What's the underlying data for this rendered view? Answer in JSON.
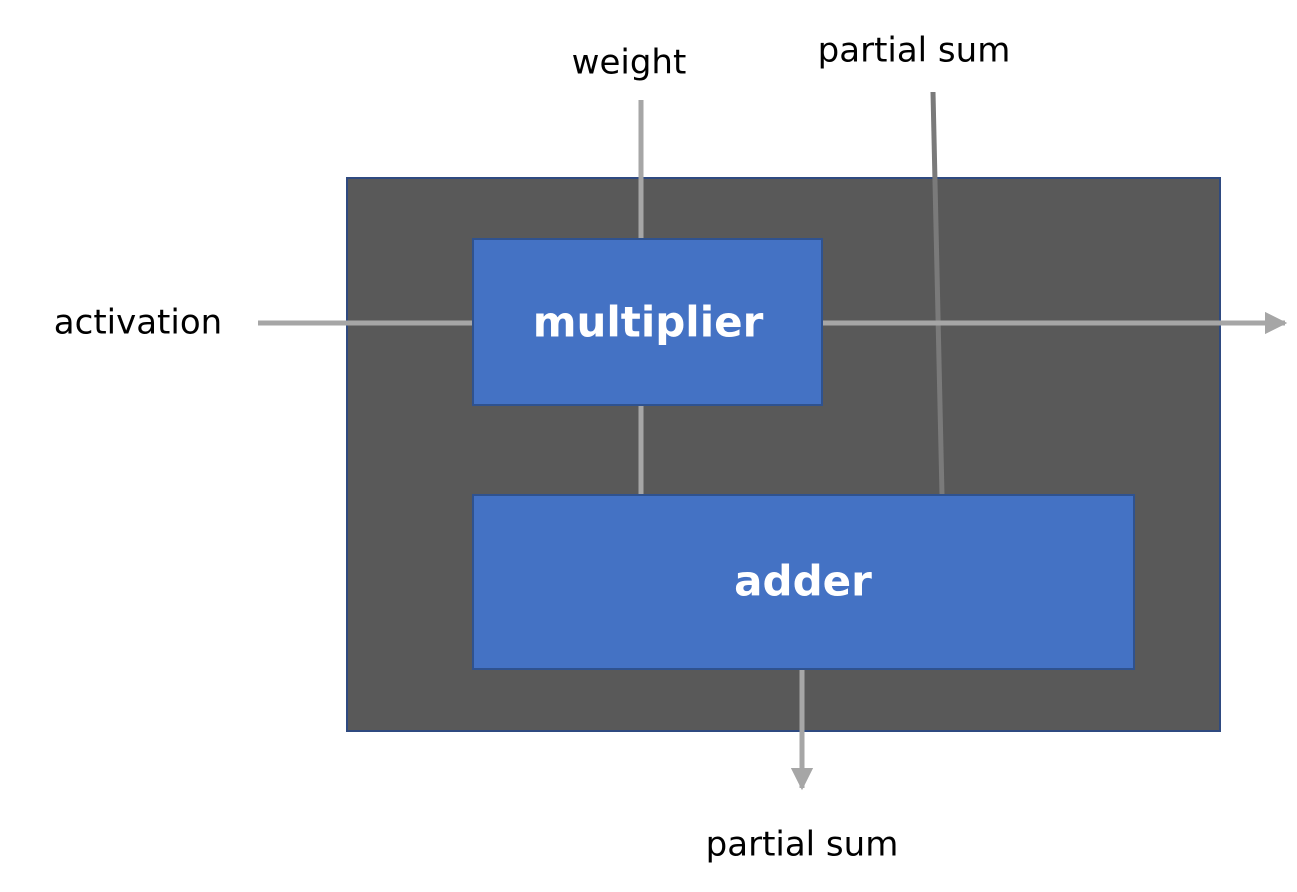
{
  "diagram": {
    "labels": {
      "weight": "weight",
      "partial_sum_in": "partial sum",
      "activation": "activation",
      "partial_sum_out": "partial sum"
    },
    "blocks": {
      "multiplier": "multiplier",
      "adder": "adder"
    },
    "colors": {
      "container_fill": "#595959",
      "container_border": "#2f4a80",
      "block_fill": "#4472c4",
      "block_border": "#2f528f",
      "block_text": "#ffffff",
      "wire": "#a6a6a6",
      "wire_dark": "#7a7a7a",
      "label_text": "#000000"
    }
  }
}
